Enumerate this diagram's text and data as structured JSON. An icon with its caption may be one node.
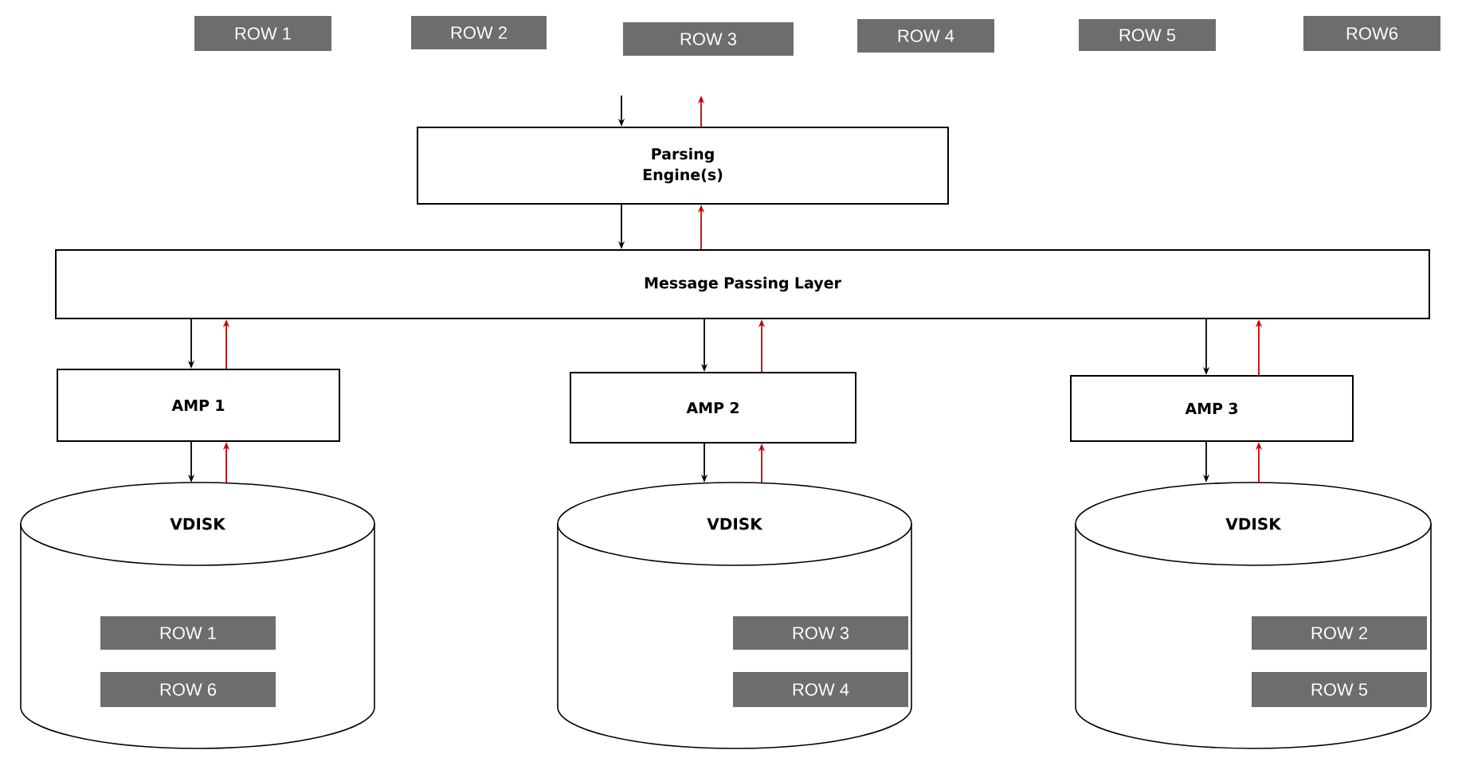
{
  "diagram": {
    "nodes": [
      {
        "text": [
          "ROW 1"
        ]
      },
      {
        "text": [
          "ROW 2"
        ]
      },
      {
        "text": [
          "ROW 3"
        ]
      },
      {
        "text": [
          "ROW 4"
        ]
      },
      {
        "text": [
          "ROW 5"
        ]
      },
      {
        "text": [
          "ROW6"
        ]
      },
      {
        "text": [
          "Parsing Engine(s)"
        ]
      },
      {
        "text": [
          "Message Passing Layer"
        ]
      },
      {
        "text": [
          "AMP 1"
        ]
      },
      {
        "text": [
          "AMP 2"
        ]
      },
      {
        "text": [
          "AMP 3"
        ]
      },
      {
        "text": [
          "VDISK"
        ]
      },
      {
        "text": [
          "VDISK"
        ]
      },
      {
        "text": [
          "VDISK"
        ]
      },
      {
        "text": [
          "ROW 1"
        ],
        "in": 11
      },
      {
        "text": [
          "ROW 6"
        ],
        "in": 11
      },
      {
        "text": [
          "ROW 3"
        ],
        "in": 12
      },
      {
        "text": [
          "ROW 4"
        ],
        "in": 12
      },
      {
        "text": [
          "ROW 2"
        ],
        "in": 13
      },
      {
        "text": [
          "ROW 5"
        ],
        "in": 13
      }
    ],
    "edges": [
      {
        "from": null,
        "to": 6,
        "arrow": "to"
      },
      {
        "from": 6,
        "to": null,
        "arrow": "to",
        "color": "#c00000"
      },
      {
        "from": 6,
        "to": 7,
        "arrow": "to"
      },
      {
        "from": 7,
        "to": 6,
        "arrow": "to",
        "color": "#c00000"
      },
      {
        "from": 7,
        "to": 8,
        "arrow": "to"
      },
      {
        "from": 8,
        "to": 7,
        "arrow": "to",
        "color": "#c00000"
      },
      {
        "from": 7,
        "to": 9,
        "arrow": "to"
      },
      {
        "from": 9,
        "to": 7,
        "arrow": "to",
        "color": "#c00000"
      },
      {
        "from": 7,
        "to": 10,
        "arrow": "to"
      },
      {
        "from": 10,
        "to": 7,
        "arrow": "to",
        "color": "#c00000"
      },
      {
        "from": 8,
        "to": 11,
        "arrow": "to"
      },
      {
        "from": 11,
        "to": 8,
        "arrow": "to",
        "color": "#c00000"
      },
      {
        "from": 9,
        "to": 12,
        "arrow": "to"
      },
      {
        "from": 12,
        "to": 9,
        "arrow": "to",
        "color": "#c00000"
      },
      {
        "from": 10,
        "to": 13,
        "arrow": "to"
      },
      {
        "from": 13,
        "to": 10,
        "arrow": "to",
        "color": "#c00000"
      }
    ]
  }
}
